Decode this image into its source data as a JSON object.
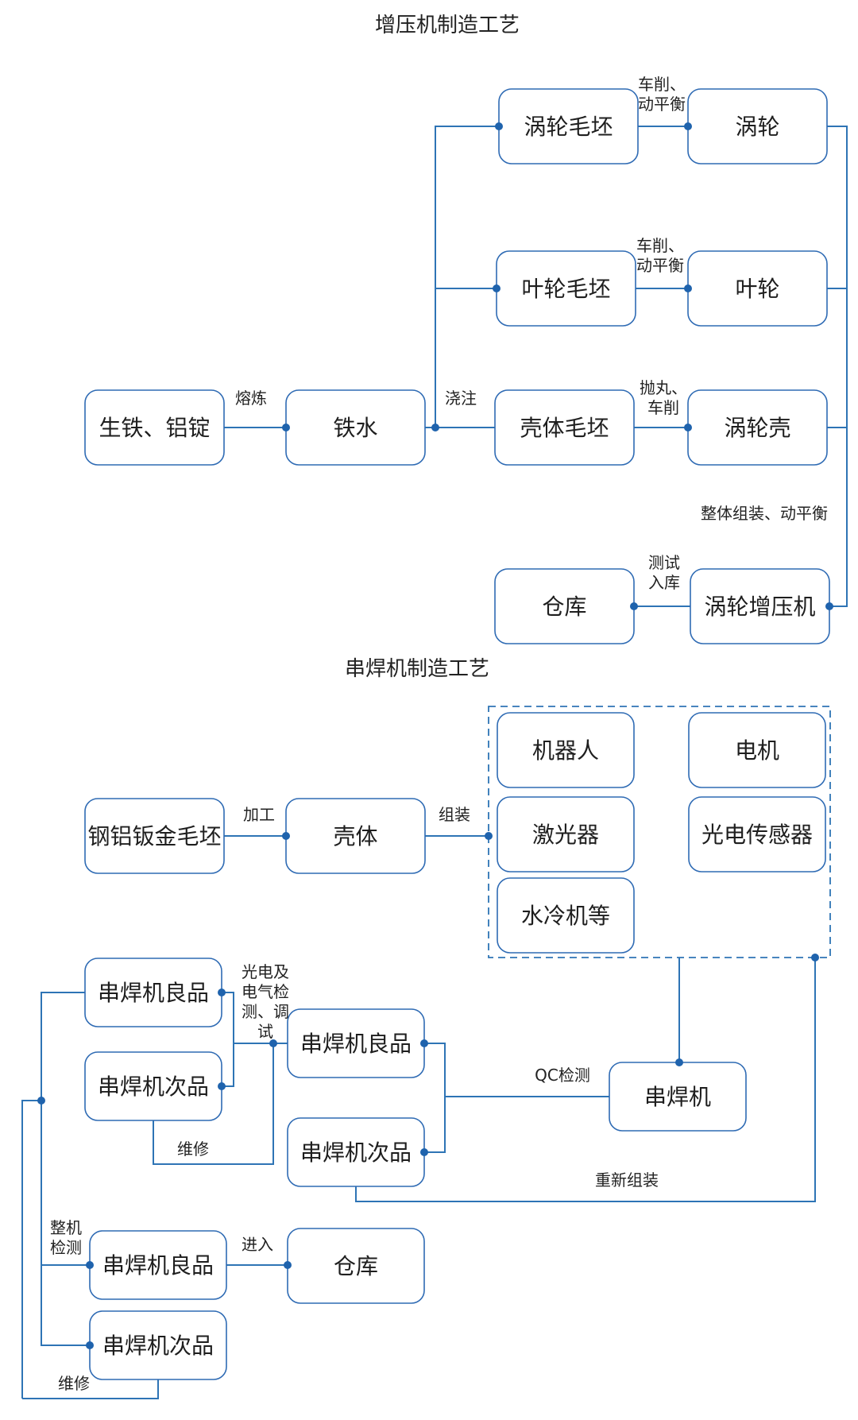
{
  "titles": {
    "turbo": "增压机制造工艺",
    "welder": "串焊机制造工艺"
  },
  "turbo": {
    "nodes": {
      "raw": "生铁、铝锭",
      "molten": "铁水",
      "turbine_blank": "涡轮毛坯",
      "turbine": "涡轮",
      "impeller_blank": "叶轮毛坯",
      "impeller": "叶轮",
      "housing_blank": "壳体毛坯",
      "turbine_housing": "涡轮壳",
      "warehouse": "仓库",
      "turbocharger": "涡轮增压机"
    },
    "labels": {
      "smelt": "熔炼",
      "cast": "浇注",
      "turn_balance_1": [
        "车削、",
        "动平衡"
      ],
      "turn_balance_2": [
        "车削、",
        "动平衡"
      ],
      "shot_turn": [
        "抛丸、",
        "车削"
      ],
      "assemble_balance": "整体组装、动平衡",
      "test_store": [
        "测试",
        "入库"
      ]
    }
  },
  "welder": {
    "nodes": {
      "sheet": "钢铝钣金毛坯",
      "shell": "壳体",
      "robot": "机器人",
      "motor": "电机",
      "laser": "激光器",
      "sensor": "光电传感器",
      "chiller": "水冷机等",
      "good_a": "串焊机良品",
      "bad_a": "串焊机次品",
      "good_b": "串焊机良品",
      "bad_b": "串焊机次品",
      "welder": "串焊机",
      "good_c": "串焊机良品",
      "warehouse": "仓库",
      "bad_c": "串焊机次品"
    },
    "labels": {
      "process": "加工",
      "assemble": "组装",
      "electrical_test": [
        "光电及",
        "电气检",
        "测、调",
        "试"
      ],
      "repair_1": "维修",
      "qc": "QC检测",
      "reassemble": "重新组装",
      "full_test": [
        "整机",
        "检测"
      ],
      "enter": "进入",
      "repair_2": "维修"
    }
  }
}
